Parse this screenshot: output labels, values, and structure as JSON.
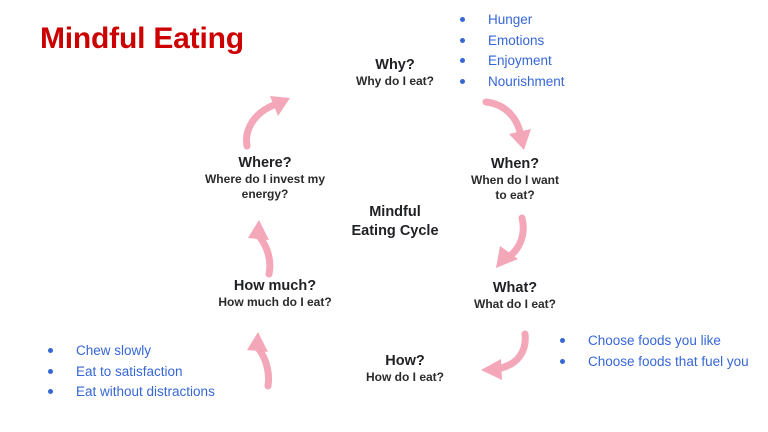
{
  "slide": {
    "title": "Mindful Eating",
    "title_color": "#CC0000",
    "background_color": "#FFFFFF",
    "center_label_line1": "Mindful",
    "center_label_line2": "Eating Cycle"
  },
  "colors": {
    "title_red": "#CC0000",
    "bullet_blue": "#3667D6",
    "node_text": "#202124",
    "arrow_pink": "#F4A7B8"
  },
  "nodes": [
    {
      "id": "why",
      "title": "Why?",
      "sub_lines": [
        "Why do I eat?"
      ]
    },
    {
      "id": "when",
      "title": "When?",
      "sub_lines": [
        "When do I want",
        "to eat?"
      ]
    },
    {
      "id": "what",
      "title": "What?",
      "sub_lines": [
        "What do I eat?"
      ]
    },
    {
      "id": "how",
      "title": "How?",
      "sub_lines": [
        "How do I eat?"
      ]
    },
    {
      "id": "how-much",
      "title": "How much?",
      "sub_lines": [
        "How much do I eat?"
      ]
    },
    {
      "id": "where",
      "title": "Where?",
      "sub_lines": [
        "Where do I invest my",
        "energy?"
      ]
    }
  ],
  "bullet_lists": {
    "why": {
      "items": [
        "Hunger",
        "Emotions",
        "Enjoyment",
        "Nourishment"
      ]
    },
    "how": {
      "items": [
        "Chew slowly",
        "Eat to satisfaction",
        "Eat without distractions"
      ]
    },
    "what": {
      "items": [
        "Choose foods you like",
        "Choose foods that fuel you"
      ]
    }
  },
  "arrows": [
    {
      "id": "where-to-why",
      "direction": "up-right"
    },
    {
      "id": "why-to-when",
      "direction": "down-right"
    },
    {
      "id": "when-to-what",
      "direction": "down"
    },
    {
      "id": "what-to-how",
      "direction": "down-left"
    },
    {
      "id": "how-to-how-much",
      "direction": "up"
    },
    {
      "id": "how-much-to-where",
      "direction": "up"
    }
  ]
}
